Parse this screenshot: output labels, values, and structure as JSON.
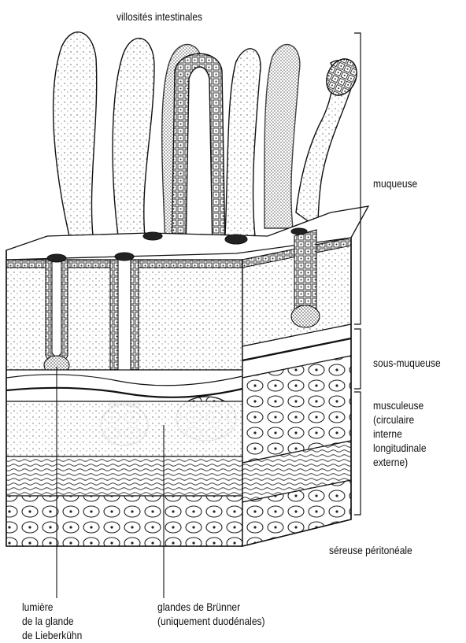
{
  "labels": {
    "villosites": "villosités intestinales",
    "muqueuse": "muqueuse",
    "sous_muqueuse": "sous-muqueuse",
    "musculeuse": [
      "musculeuse",
      "(circulaire",
      "interne",
      "longitudinale",
      "externe)"
    ],
    "sereuse": "séreuse péritonéale",
    "lumiere": [
      "lumière",
      "de la glande",
      "de Lieberkühn"
    ],
    "glandes": [
      "glandes de Brünner",
      "(uniquement duodénales)"
    ]
  },
  "colors": {
    "ink": "#111111",
    "paper": "#ffffff",
    "shade": "#9a9a9a"
  }
}
